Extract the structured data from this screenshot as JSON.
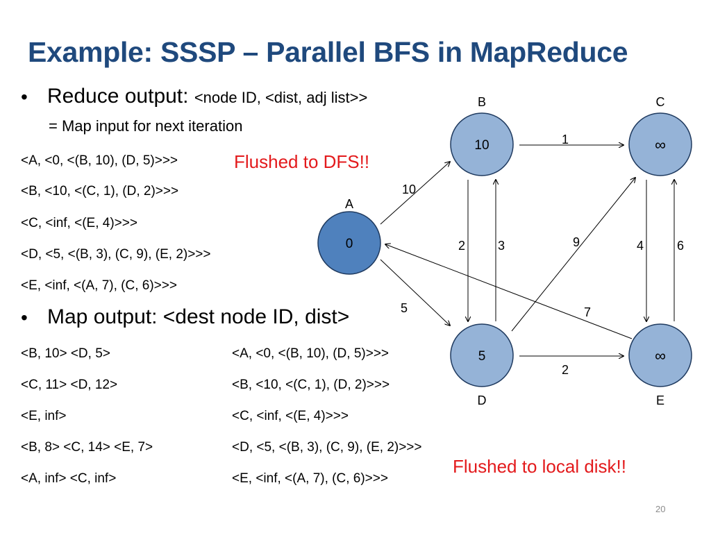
{
  "title": "Example: SSSP – Parallel BFS in MapReduce",
  "bullet1": {
    "label": "Reduce output: ",
    "detail": "<node ID, <dist, adj list>>",
    "continuation": "= Map input for next iteration"
  },
  "reduce_lines": [
    "<A, <0, <(B, 10), (D, 5)>>>",
    "<B, <10, <(C, 1), (D, 2)>>>",
    "<C, <inf, <(E, 4)>>>",
    "<D, <5, <(B, 3), (C, 9), (E, 2)>>>",
    "<E, <inf, <(A, 7), (C, 6)>>>"
  ],
  "flushed_dfs": "Flushed to DFS!!",
  "bullet2": {
    "label": "Map output: <dest node ID, dist>"
  },
  "map_lines_left": [
    "<B, 10>  <D, 5>",
    "<C, 11> <D, 12>",
    "<E, inf>",
    "<B, 8> <C, 14> <E, 7>",
    "<A, inf> <C, inf>"
  ],
  "map_lines_right": [
    "<A, <0, <(B, 10), (D, 5)>>>",
    "<B, <10, <(C, 1), (D, 2)>>>",
    "<C, <inf, <(E, 4)>>>",
    "<D, <5, <(B, 3), (C, 9), (E, 2)>>>",
    "<E, <inf, <(A, 7), (C, 6)>>>"
  ],
  "flushed_local": "Flushed to local disk!!",
  "page_number": "20",
  "graph": {
    "nodes": {
      "A": {
        "name": "A",
        "value": "0"
      },
      "B": {
        "name": "B",
        "value": "10"
      },
      "C": {
        "name": "C",
        "value": "∞"
      },
      "D": {
        "name": "D",
        "value": "5"
      },
      "E": {
        "name": "E",
        "value": "∞"
      }
    },
    "edges": [
      {
        "from": "A",
        "to": "B",
        "weight": "10"
      },
      {
        "from": "A",
        "to": "D",
        "weight": "5"
      },
      {
        "from": "B",
        "to": "C",
        "weight": "1"
      },
      {
        "from": "B",
        "to": "D",
        "weight": "2"
      },
      {
        "from": "D",
        "to": "B",
        "weight": "3"
      },
      {
        "from": "D",
        "to": "C",
        "weight": "9"
      },
      {
        "from": "D",
        "to": "E",
        "weight": "2"
      },
      {
        "from": "C",
        "to": "E",
        "weight": "4"
      },
      {
        "from": "E",
        "to": "C",
        "weight": "6"
      },
      {
        "from": "E",
        "to": "A",
        "weight": "7"
      }
    ],
    "colors": {
      "node_fill": "#95b3d7",
      "node_fill_source": "#4f81bd",
      "node_stroke": "#1f3a5f"
    }
  }
}
